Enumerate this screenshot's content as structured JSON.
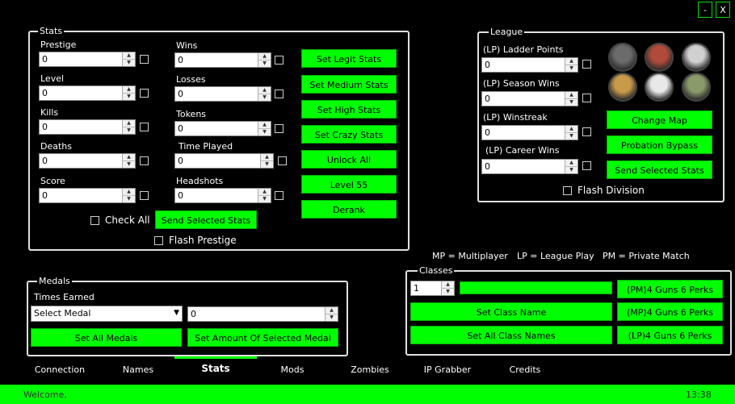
{
  "window": {
    "minimize_label": "-",
    "close_label": "X"
  },
  "stats": {
    "legend": "Stats",
    "fields": [
      {
        "label": "Prestige",
        "value": "0"
      },
      {
        "label": "Level",
        "value": "0"
      },
      {
        "label": "Kills",
        "value": "0"
      },
      {
        "label": "Deaths",
        "value": "0"
      },
      {
        "label": "Score",
        "value": "0"
      },
      {
        "label": "Wins",
        "value": "0"
      },
      {
        "label": "Losses",
        "value": "0"
      },
      {
        "label": "Tokens",
        "value": "0"
      },
      {
        "label": "Time Played",
        "value": "0"
      },
      {
        "label": "Headshots",
        "value": "0"
      }
    ],
    "buttons": [
      "Set Legit Stats",
      "Set Medium Stats",
      "Set High Stats",
      "Set Crazy Stats",
      "Unlock All",
      "Level 55",
      "Derank"
    ],
    "check_all_label": "Check All",
    "send_selected_label": "Send Selected Stats",
    "flash_prestige_label": "Flash Prestige"
  },
  "league": {
    "legend": "League",
    "fields": [
      {
        "label": "(LP) Ladder Points",
        "value": "0"
      },
      {
        "label": "(LP) Season Wins",
        "value": "0"
      },
      {
        "label": "(LP) Winstreak",
        "value": "0"
      },
      {
        "label": "(LP) Career Wins",
        "value": "0"
      }
    ],
    "buttons": [
      "Change Map",
      "Probation Bypass",
      "Send Selected Stats"
    ],
    "flash_division_label": "Flash Division",
    "medal_colors": [
      "#6b6b6b",
      "#b04a3a",
      "#d0d0d0",
      "#c89a4a",
      "#e8e8e8",
      "#8a9a6a"
    ]
  },
  "legend_text": {
    "mp": "MP = Multiplayer",
    "lp": "LP = League Play",
    "pm": "PM = Private Match"
  },
  "medals": {
    "legend": "Medals",
    "times_earned_label": "Times Earned",
    "select_value": "Select Medal",
    "amount_value": "0",
    "set_all_label": "Set All Medals",
    "set_amount_label": "Set Amount Of Selected Medal"
  },
  "classes": {
    "legend": "Classes",
    "class_number": "1",
    "class_name_value": "",
    "set_class_name_label": "Set Class Name",
    "set_all_class_names_label": "Set All Class Names",
    "pm_label": "(PM)4 Guns 6 Perks",
    "mp_label": "(MP)4 Guns 6 Perks",
    "lp_label": "(LP)4 Guns 6 Perks"
  },
  "tabs": [
    "Connection",
    "Names",
    "Stats",
    "Mods",
    "Zombies",
    "IP Grabber",
    "Credits"
  ],
  "active_tab": "Stats",
  "status": {
    "welcome": "Welcome,",
    "time": "13:38"
  },
  "accent_color": "#00ff00"
}
